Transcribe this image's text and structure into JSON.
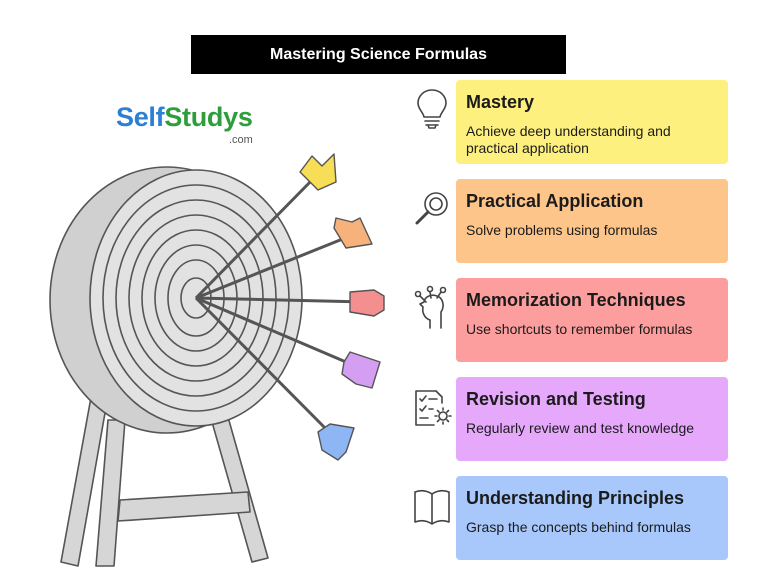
{
  "title": "Mastering Science Formulas",
  "logo": {
    "self": "Self",
    "studys": "Studys",
    "com": ".com"
  },
  "colors": {
    "mastery": "#fdf07e",
    "practical": "#fdc58a",
    "memorization": "#fd9e9e",
    "revision": "#e6a8fb",
    "understanding": "#a8c8fb",
    "target_face": "#e2e2e2",
    "arrow_yellow": "#f8dd56",
    "arrow_orange": "#f6b27a",
    "arrow_red": "#f48f8f",
    "arrow_purple": "#d49ef2",
    "arrow_blue": "#8fb6f4"
  },
  "items": [
    {
      "icon": "lightbulb-icon",
      "title": "Mastery",
      "desc": "Achieve deep understanding and practical application"
    },
    {
      "icon": "magnifier-icon",
      "title": "Practical Application",
      "desc": "Solve problems using formulas"
    },
    {
      "icon": "head-thinking-icon",
      "title": "Memorization Techniques",
      "desc": "Use shortcuts to remember formulas"
    },
    {
      "icon": "checklist-gear-icon",
      "title": "Revision and Testing",
      "desc": "Regularly review and test knowledge"
    },
    {
      "icon": "book-icon",
      "title": "Understanding Principles",
      "desc": "Grasp the concepts behind formulas"
    }
  ]
}
